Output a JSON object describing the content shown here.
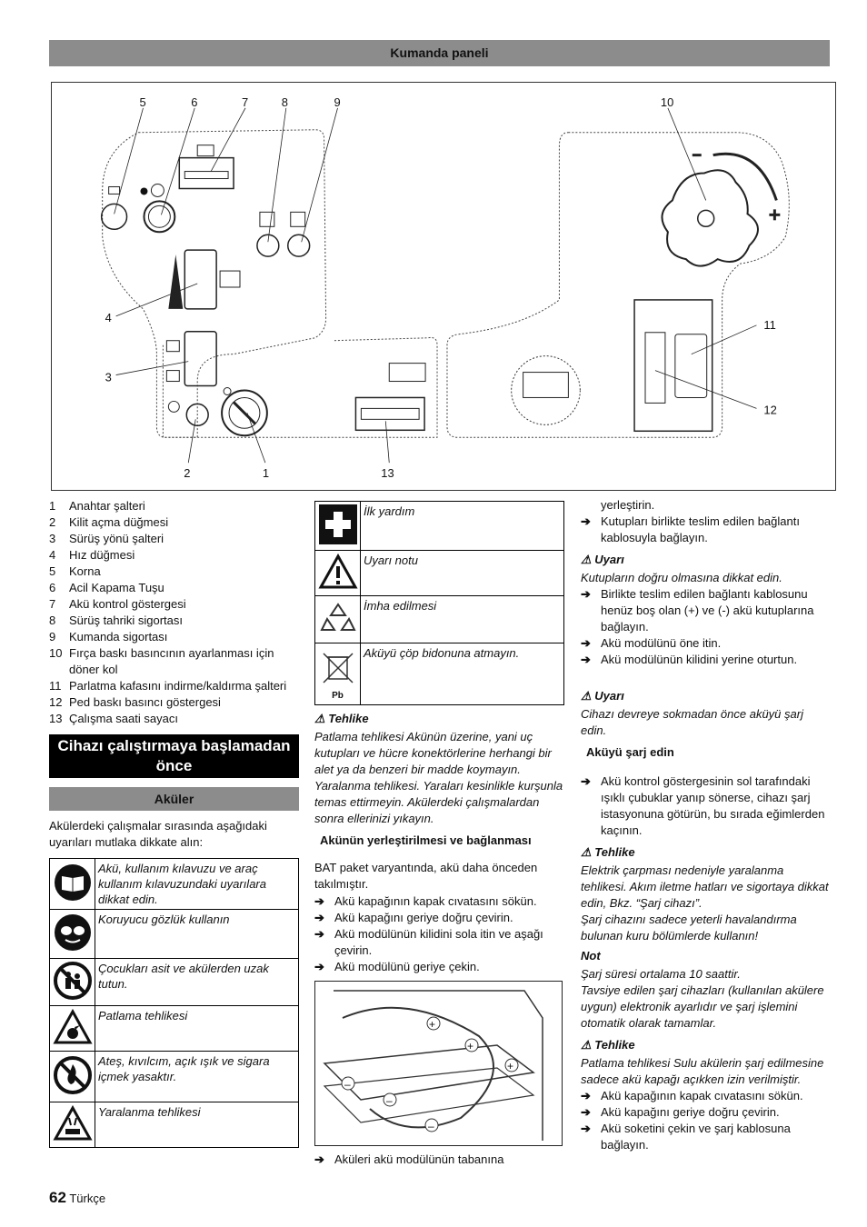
{
  "header": {
    "title": "Kumanda paneli"
  },
  "panel_labels": [
    "5",
    "6",
    "7",
    "8",
    "9",
    "10",
    "4",
    "3",
    "11",
    "12",
    "2",
    "1",
    "13"
  ],
  "legend": [
    {
      "n": "1",
      "t": "Anahtar şalteri"
    },
    {
      "n": "2",
      "t": "Kilit açma düğmesi"
    },
    {
      "n": "3",
      "t": "Sürüş yönü şalteri"
    },
    {
      "n": "4",
      "t": "Hız düğmesi"
    },
    {
      "n": "5",
      "t": "Korna"
    },
    {
      "n": "6",
      "t": "Acil Kapama Tuşu"
    },
    {
      "n": "7",
      "t": "Akü kontrol göstergesi"
    },
    {
      "n": "8",
      "t": "Sürüş tahriki sigortası"
    },
    {
      "n": "9",
      "t": "Kumanda sigortası"
    },
    {
      "n": "10",
      "t": "Fırça baskı basıncının ayarlanması için döner kol"
    },
    {
      "n": "11",
      "t": "Parlatma kafasını indirme/kaldırma şalteri"
    },
    {
      "n": "12",
      "t": "Ped baskı basıncı göstergesi"
    },
    {
      "n": "13",
      "t": "Çalışma saati sayacı"
    }
  ],
  "section1": {
    "title": "Cihazı çalıştırmaya başlamadan önce"
  },
  "section2": {
    "title": "Aküler",
    "intro": "Akülerdeki çalışmalar sırasında aşağıdaki uyarıları mutlaka dikkate alın:"
  },
  "symbols_left": [
    {
      "icon": "manual-book-icon",
      "t": "Akü, kullanım kılavuzu ve araç kullanım kılavuzundaki uyarılara dikkat edin."
    },
    {
      "icon": "goggles-icon",
      "t": "Koruyucu gözlük kullanın"
    },
    {
      "icon": "keep-children-away-icon",
      "t": "Çocukları asit ve akülerden uzak tutun."
    },
    {
      "icon": "explosion-icon",
      "t": "Patlama tehlikesi"
    },
    {
      "icon": "no-fire-icon",
      "t": "Ateş, kıvılcım, açık ışık ve sigara içmek yasaktır."
    },
    {
      "icon": "corrosive-icon",
      "t": "Yaralanma tehlikesi"
    }
  ],
  "symbols_mid": [
    {
      "icon": "first-aid-icon",
      "t": "İlk yardım"
    },
    {
      "icon": "warning-triangle-icon",
      "t": "Uyarı notu"
    },
    {
      "icon": "recycle-icon",
      "t": "İmha edilmesi"
    },
    {
      "icon": "crossed-bin-icon",
      "t": "Aküyü çöp bidonuna atmayın."
    }
  ],
  "pb_label": "Pb",
  "mid": {
    "danger_head": "Tehlike",
    "danger_text": "Patlama tehlikesi Akünün üzerine, yani uç kutupları ve hücre konektörlerine herhangi bir alet ya da benzeri bir madde koymayın. Yaralanma tehlikesi. Yaraları kesinlikle kurşunla temas ettirmeyin. Akülerdeki çalışmalardan sonra ellerinizi yıkayın.",
    "subhead": "Akünün yerleştirilmesi ve bağlanması",
    "p1": "BAT paket varyantında, akü daha önceden takılmıştır.",
    "steps": [
      "Akü kapağının kapak cıvatasını sökün.",
      "Akü kapağını geriye doğru çevirin.",
      "Akü modülünün kilidini sola itin ve aşağı çevirin.",
      "Akü modülünü geriye çekin."
    ],
    "last_step": "Aküleri akü modülünün tabanına"
  },
  "right": {
    "cont": "yerleştirin.",
    "step1": "Kutupları birlikte teslim edilen bağlantı kablosuyla bağlayın.",
    "warn1_head": "Uyarı",
    "warn1_text": "Kutupların doğru olmasına dikkat edin.",
    "steps2": [
      "Birlikte teslim edilen bağlantı kablosunu henüz boş olan (+) ve (-) akü kutuplarına bağlayın.",
      "Akü modülünü öne itin.",
      "Akü modülünün kilidini yerine oturtun."
    ],
    "warn2_head": "Uyarı",
    "warn2_text": "Cihazı devreye sokmadan önce aküyü şarj edin.",
    "subhead": "Aküyü şarj edin",
    "step3": "Akü kontrol göstergesinin sol tarafındaki ışıklı çubuklar yanıp sönerse, cihazı şarj istasyonuna götürün, bu sırada eğimlerden kaçının.",
    "danger1_head": "Tehlike",
    "danger1_text": "Elektrik çarpması nedeniyle yaralanma tehlikesi. Akım iletme hatları ve sigortaya dikkat edin, Bkz. “Şarj cihazı”.",
    "danger1_text2": "Şarj cihazını sadece yeterli havalandırma bulunan kuru bölümlerde kullanın!",
    "note_head": "Not",
    "note_text": "Şarj süresi ortalama 10 saattir.",
    "note_text2": "Tavsiye edilen şarj cihazları (kullanılan akülere uygun) elektronik ayarlıdır ve şarj işlemini otomatik olarak tamamlar.",
    "danger2_head": "Tehlike",
    "danger2_text": "Patlama tehlikesi Sulu akülerin şarj edilmesine sadece akü kapağı açıkken izin verilmiştir.",
    "steps4": [
      "Akü kapağının kapak cıvatasını sökün.",
      "Akü kapağını geriye doğru çevirin.",
      "Akü soketini çekin ve şarj kablosuna bağlayın."
    ]
  },
  "footer": {
    "page": "62",
    "lang": "Türkçe"
  }
}
